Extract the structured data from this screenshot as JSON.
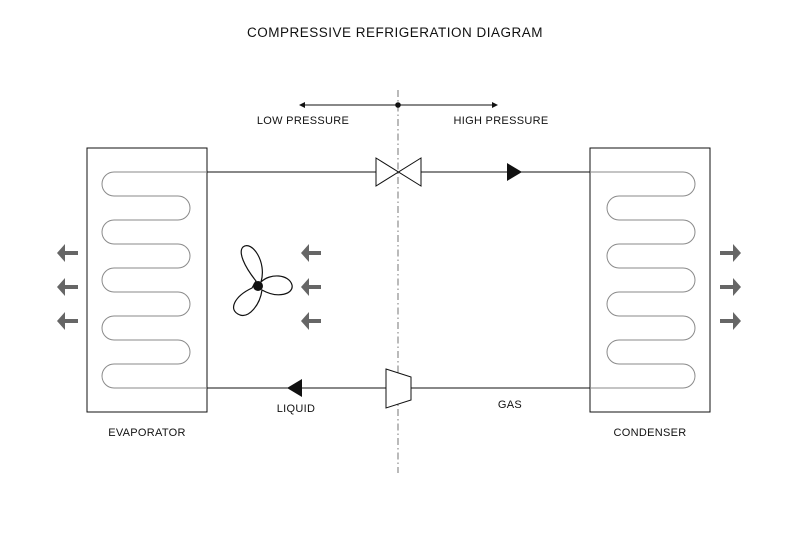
{
  "title": "COMPRESSIVE REFRIGERATION DIAGRAM",
  "pressure": {
    "low_label": "LOW PRESSURE",
    "high_label": "HIGH PRESSURE"
  },
  "components": {
    "evaporator_label": "EVAPORATOR",
    "condenser_label": "CONDENSER"
  },
  "flow": {
    "liquid_label": "LIQUID",
    "gas_label": "GAS"
  },
  "colors": {
    "line": "#111111",
    "coil": "#8a8a8a",
    "air_arrow": "#666666"
  },
  "icons": [
    "fan-icon",
    "expansion-valve-icon",
    "compressor-icon",
    "air-flow-arrow-icon",
    "flow-direction-arrow-icon"
  ]
}
